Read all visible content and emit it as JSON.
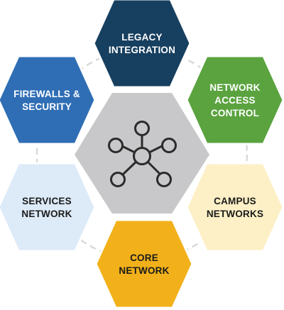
{
  "center": {
    "icon": "network-hub-icon",
    "fill": "#c8c8ca"
  },
  "ring": {
    "stroke": "#d9d9d9"
  },
  "hexagons": [
    {
      "id": "legacy-integration",
      "lines": [
        "LEGACY",
        "INTEGRATION"
      ],
      "fill": "#173f5f",
      "text_color": "#ffffff"
    },
    {
      "id": "network-access-control",
      "lines": [
        "NETWORK",
        "ACCESS",
        "CONTROL"
      ],
      "fill": "#5aa33f",
      "text_color": "#ffffff"
    },
    {
      "id": "campus-networks",
      "lines": [
        "CAMPUS",
        "NETWORKS"
      ],
      "fill": "#fdf0c6",
      "text_color": "#1a1a1a"
    },
    {
      "id": "core-network",
      "lines": [
        "CORE",
        "NETWORK"
      ],
      "fill": "#f2b11a",
      "text_color": "#1a1a1a"
    },
    {
      "id": "services-network",
      "lines": [
        "SERVICES",
        "NETWORK"
      ],
      "fill": "#ddeaf8",
      "text_color": "#1a1a1a"
    },
    {
      "id": "firewalls-security",
      "lines": [
        "FIREWALLS &",
        "SECURITY"
      ],
      "fill": "#2f6eb5",
      "text_color": "#ffffff"
    }
  ]
}
